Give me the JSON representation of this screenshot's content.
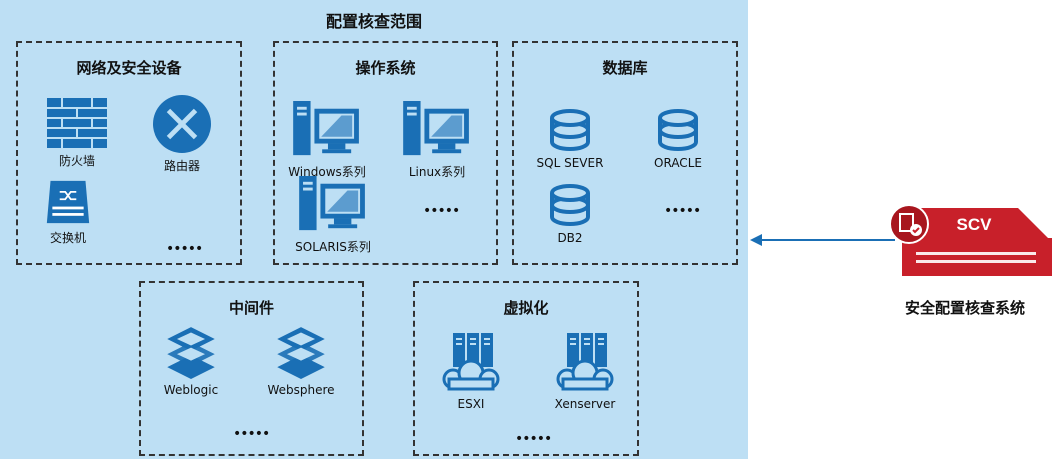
{
  "title": "配置核查范围",
  "groups": [
    {
      "title": "网络及安全设备",
      "items": [
        "防火墙",
        "路由器",
        "交换机"
      ],
      "more": "•••••"
    },
    {
      "title": "操作系统",
      "items": [
        "Windows系列",
        "Linux系列",
        "SOLARIS系列"
      ],
      "more": "•••••"
    },
    {
      "title": "数据库",
      "items": [
        "SQL SEVER",
        "ORACLE",
        "DB2"
      ],
      "more": "•••••"
    },
    {
      "title": "中间件",
      "items": [
        "Weblogic",
        "Websphere"
      ],
      "more": "•••••"
    },
    {
      "title": "虚拟化",
      "items": [
        "ESXI",
        "Xenserver"
      ],
      "more": "•••••"
    }
  ],
  "device": {
    "badge": "SCV",
    "label": "安全配置核查系统"
  },
  "colors": {
    "panel": "#bddff4",
    "icon": "#1a6fb5",
    "device": "#c8202a"
  }
}
